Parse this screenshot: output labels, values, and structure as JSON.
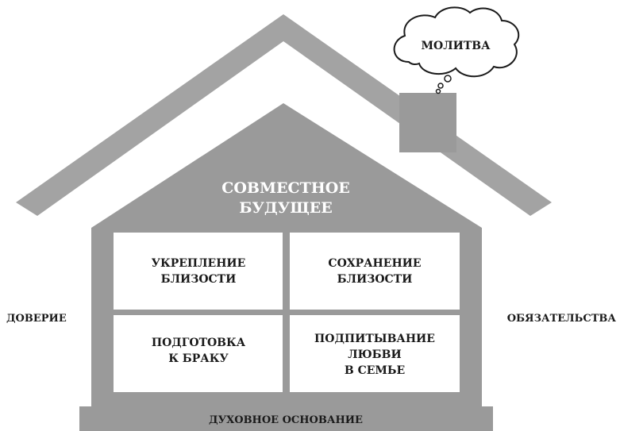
{
  "colors": {
    "house_gray": "#9a9a9a",
    "roof_gray": "#a3a3a3",
    "white": "#ffffff",
    "text_dark": "#1a1a1a"
  },
  "cloud_label": "МОЛИТВА",
  "roof_label_line1": "СОВМЕСТНОЕ",
  "roof_label_line2": "БУДУЩЕЕ",
  "rooms": {
    "top_left": [
      "УКРЕПЛЕНИЕ",
      "БЛИЗОСТИ"
    ],
    "top_right": [
      "СОХРАНЕНИЕ",
      "БЛИЗОСТИ"
    ],
    "bottom_left": [
      "ПОДГОТОВКА",
      "К БРАКУ"
    ],
    "bottom_right": [
      "ПОДПИТЫВАНИЕ",
      "ЛЮБВИ",
      "В СЕМЬЕ"
    ]
  },
  "left_wall_label": "ДОВЕРИЕ",
  "right_wall_label": "ОБЯЗАТЕЛЬСТВА",
  "foundation_label": "ДУХОВНОЕ ОСНОВАНИЕ"
}
